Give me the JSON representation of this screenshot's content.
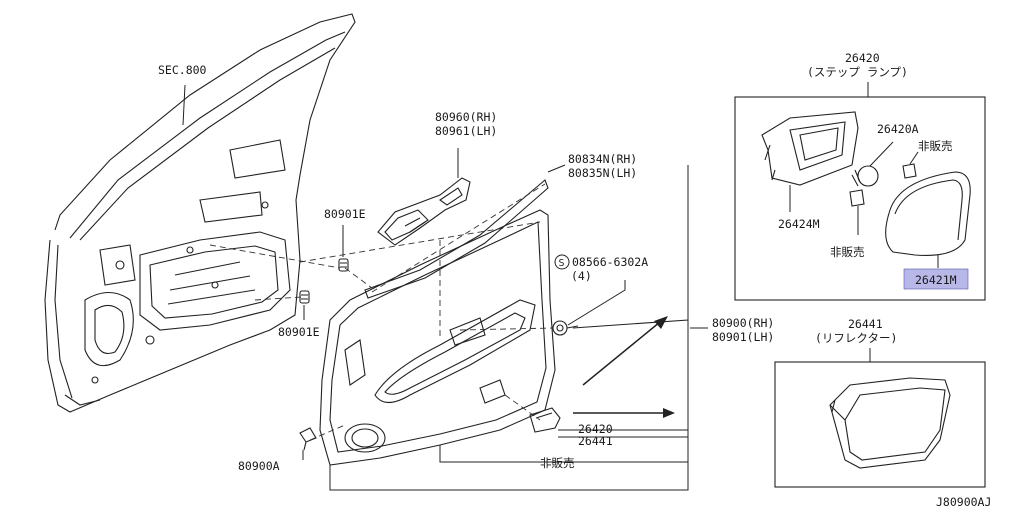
{
  "diagram": {
    "drawing_code": "J80900AJ",
    "highlight_color": "#b8b8e8",
    "labels": {
      "sec800": "SEC.800",
      "p80960": "80960(RH)",
      "p80961": "80961(LH)",
      "p80834": "80834N(RH)",
      "p80835": "80835N(LH)",
      "p80901e_top": "80901E",
      "p80901e_bottom": "80901E",
      "screw_code": "08566-6302A",
      "screw_code_prefix": "S",
      "screw_qty": "(4)",
      "p80900": "80900(RH)",
      "p80901": "80901(LH)",
      "p26420_main": "26420",
      "p26441_main": "26441",
      "not_sold_main": "非販売",
      "p80900a": "80900A"
    },
    "step_lamp_box": {
      "part_no": "26420",
      "name": "(ステップ ランプ)",
      "p26420a": "26420A",
      "not_sold_1": "非販売",
      "p26424m": "26424M",
      "not_sold_2": "非販売",
      "p26421m": "26421M"
    },
    "reflector_box": {
      "part_no": "26441",
      "name": "(リフレクター)"
    }
  }
}
